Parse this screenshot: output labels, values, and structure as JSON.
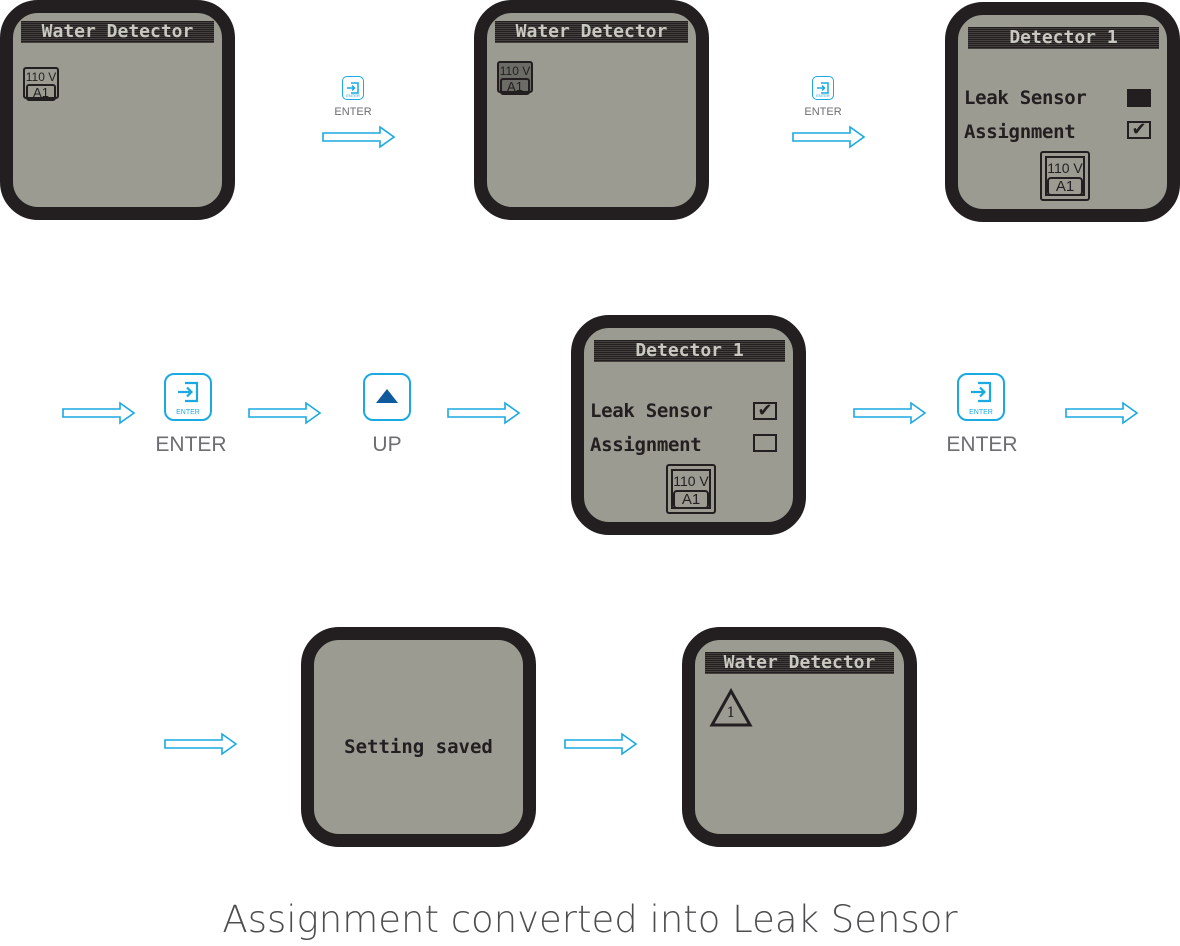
{
  "colors": {
    "lcd_bg": "#9b9b92",
    "lcd_frame": "#231f20",
    "accent": "#1aa9e1",
    "up_arrow": "#0e5a9c"
  },
  "screens": {
    "s1": {
      "title": "Water Detector",
      "device_voltage": "110 V",
      "device_id": "A1"
    },
    "s2": {
      "title": "Water Detector",
      "device_voltage": "110 V",
      "device_id": "A1",
      "device_highlighted": true
    },
    "s3": {
      "title": "Detector 1",
      "option1": "Leak Sensor",
      "option1_state": "selected",
      "option2": "Assignment",
      "option2_state": "checked",
      "device_voltage": "110 V",
      "device_id": "A1"
    },
    "s4": {
      "title": "Detector 1",
      "option1": "Leak Sensor",
      "option1_state": "checked",
      "option2": "Assignment",
      "option2_state": "unchecked",
      "device_voltage": "110 V",
      "device_id": "A1"
    },
    "s5": {
      "message": "Setting saved"
    },
    "s6": {
      "title": "Water Detector",
      "alert_number": "1"
    }
  },
  "buttons": {
    "enter_icon_text": "ENTER",
    "enter_label": "ENTER",
    "up_label": "UP",
    "up_icon": "up-triangle-icon",
    "enter_icon": "enter-icon"
  },
  "caption": "Assignment converted into Leak Sensor"
}
